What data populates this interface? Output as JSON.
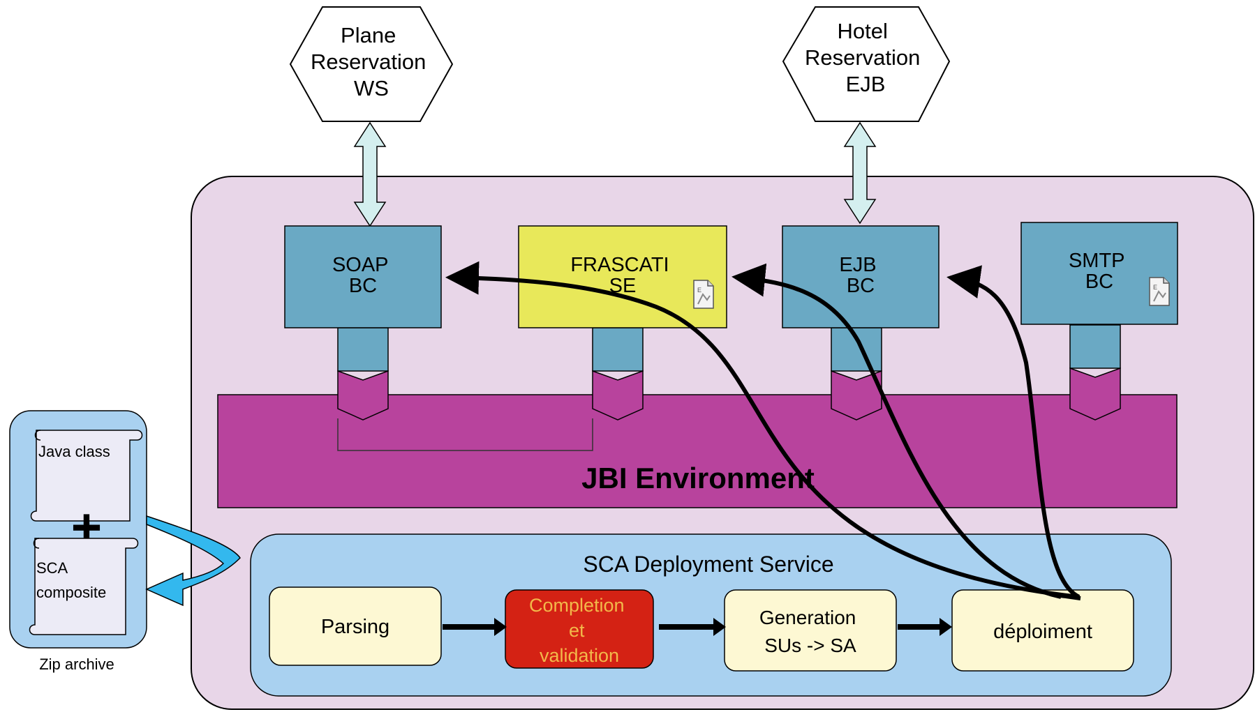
{
  "external": {
    "plane": {
      "lines": [
        "Plane",
        "Reservation",
        "WS"
      ]
    },
    "hotel": {
      "lines": [
        "Hotel",
        "Reservation",
        "EJB"
      ]
    }
  },
  "components": {
    "soap": {
      "lines": [
        "SOAP",
        "BC"
      ]
    },
    "frascati": {
      "lines": [
        "FRASCATI",
        "SE"
      ]
    },
    "ejb": {
      "lines": [
        "EJB",
        "BC"
      ]
    },
    "smtp": {
      "lines": [
        "SMTP",
        "BC"
      ]
    }
  },
  "jbi_label": "JBI Environment",
  "sca": {
    "title": "SCA Deployment Service",
    "steps": {
      "parsing": {
        "lines": [
          "Parsing"
        ]
      },
      "completion": {
        "lines": [
          "Completion",
          "et",
          "validation"
        ]
      },
      "generation": {
        "lines": [
          "Generation",
          "SUs -> SA"
        ]
      },
      "deploiement": {
        "lines": [
          "déploiment"
        ]
      }
    }
  },
  "zip": {
    "java_class": "Java class",
    "plus": "+",
    "sca_composite": [
      "SCA",
      "composite"
    ],
    "caption": "Zip archive"
  },
  "colors": {
    "platform_bg": "#e8d6e8",
    "jbi_bus": "#b8439d",
    "component": "#6aa9c4",
    "frascati": "#e8e85a",
    "sca_bg": "#a9d1f0",
    "step": "#fdf8d3",
    "completion": "#d42214",
    "arrow_light": "#d4efef",
    "zip_bg": "#a9d1f0",
    "zip_arrow": "#33b8ee"
  }
}
